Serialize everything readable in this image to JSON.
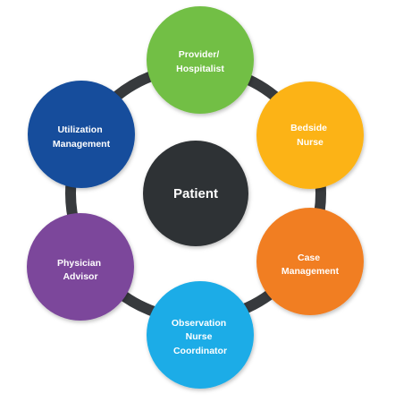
{
  "center": {
    "label": "Patient",
    "color": "#2e3134"
  },
  "ring_color": "#373a3d",
  "nodes": [
    {
      "lines": [
        "Provider/",
        "Hospitalist"
      ],
      "color": "#72bf44"
    },
    {
      "lines": [
        "Bedside",
        "Nurse"
      ],
      "color": "#fcb316"
    },
    {
      "lines": [
        "Case",
        "Management"
      ],
      "color": "#f17e22"
    },
    {
      "lines": [
        "Observation",
        "Nurse",
        "Coordinator"
      ],
      "color": "#1bace7"
    },
    {
      "lines": [
        "Physician",
        "Advisor"
      ],
      "color": "#7b479b"
    },
    {
      "lines": [
        "Utilization",
        "Management"
      ],
      "color": "#134e9c"
    }
  ]
}
